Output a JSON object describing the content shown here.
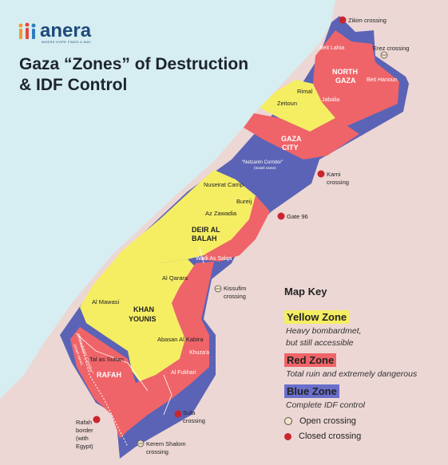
{
  "brand": {
    "name": "anera",
    "tagline": "WHERE HOPE FINDS A WAY"
  },
  "title": {
    "line1": "Gaza “Zones” of Destruction",
    "line2": "& IDF Control"
  },
  "colors": {
    "yellow": "#f5ee63",
    "red": "#ef6468",
    "blue": "#5b63b6",
    "sea": "#d6eef2",
    "land": "#ecd7d4",
    "closed": "#c9252f",
    "text": "#222222"
  },
  "places": {
    "zikim": "Zikim crossing",
    "beit_lahia": "Beit Lahia",
    "erez": "Erez crossing",
    "north_gaza_1": "NORTH",
    "north_gaza_2": "GAZA",
    "beit_hanoun": "Beit Hanoun",
    "rimal": "Rimal",
    "jabalia": "Jabalia",
    "zeitoun": "Zeitoun",
    "gaza_city_1": "GAZA",
    "gaza_city_2": "CITY",
    "netzarim_1": "“Netzarim Corridor”",
    "netzarim_2": "(Israeli name)",
    "karni_1": "Karni",
    "karni_2": "crossing",
    "nuseirat": "Nuseirat Camp",
    "bureij": "Bureij",
    "zawaida": "Az Zawadia",
    "gate96": "Gate 96",
    "deir_1": "DEIR AL",
    "deir_2": "BALAH",
    "wadi": "Wadi As Salqa",
    "qarara": "Al Qarara",
    "kissufim_1": "Kissufim",
    "kissufim_2": "crossing",
    "mawasi": "Al Mawasi",
    "khan_1": "KHAN",
    "khan_2": "YOUNIS",
    "abasan": "Abasan Al Kabira",
    "khuzaa": "Khuza'a",
    "tal": "Tal as Sultan",
    "rafah": "RAFAH",
    "fukhari": "Al Fukhari",
    "philadelphi_1": "“Philadelphi Corridor”",
    "philadelphi_2": "(Israeli name)",
    "sufa_1": "Sufa",
    "sufa_2": "crossing",
    "rafah_border_1": "Rafah",
    "rafah_border_2": "border",
    "rafah_border_3": "(with",
    "rafah_border_4": "Egypt)",
    "kerem_1": "Kerem Shalom",
    "kerem_2": "crossing"
  },
  "map_key": {
    "title": "Map Key",
    "zones": [
      {
        "name": "Yellow Zone",
        "desc_1": "Heavy bombardmet,",
        "desc_2": "but still accessible"
      },
      {
        "name": "Red Zone",
        "desc_1": "Total ruin and extremely dangerous",
        "desc_2": ""
      },
      {
        "name": "Blue Zone",
        "desc_1": "Complete IDF control",
        "desc_2": ""
      }
    ],
    "open_crossing": "Open crossing",
    "closed_crossing": "Closed crossing"
  }
}
